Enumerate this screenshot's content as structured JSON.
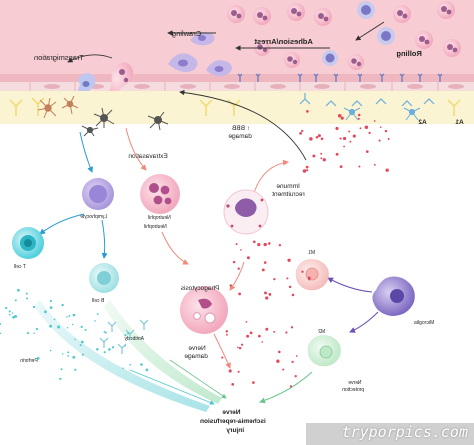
{
  "labels": {
    "crawling": "Crawling",
    "adhesion_arrest": "Adhesion/Arrest",
    "rolling": "Rolling",
    "transmigration": "Transmigration",
    "a2": "A2",
    "a1": "A1",
    "extravasation": "Extravasation",
    "bbb_damage_line1": "↑ BBB",
    "bbb_damage_line2": "damage",
    "immune_recruitment_line1": "Immune",
    "immune_recruitment_line2": "recruitment",
    "lymphocyte": "Lymphocyte",
    "neutrophil": "Neutrophil",
    "neutrophil_inner": "Neutrophil",
    "t_cell": "T cell",
    "b_cell": "B cell",
    "m1": "M1",
    "microglia": "Microglia",
    "m2": "M2",
    "phagocytosis": "Phagocytosis",
    "perforin": "Perforin",
    "antibody": "Antibody",
    "nerve_damage_line1": "Nerve",
    "nerve_damage_line2": "damage",
    "nerve_protection_line1": "Nerve",
    "nerve_protection_line2": "protection",
    "injury_line1": "Nerve",
    "injury_line2": "ischemia-reperfusion",
    "injury_line3": "injury"
  },
  "watermark": "tryporpics.com",
  "colors": {
    "vessel": "#f6c9cf",
    "vessel_edge": "#e79aa6",
    "endothelium": "#f3d7d9",
    "glia_band": "#f8f0c4",
    "lymphocyte": "#b9a7df",
    "t_cell": "#5ad1df",
    "b_cell": "#9edfe2",
    "neutrophil": "#f2b4c7",
    "microglia": "#8a76c9",
    "m1": "#f7c7c5",
    "m2": "#cfeed3",
    "red_dots": "#e2495c",
    "cyan_dots": "#4fc7cf"
  }
}
